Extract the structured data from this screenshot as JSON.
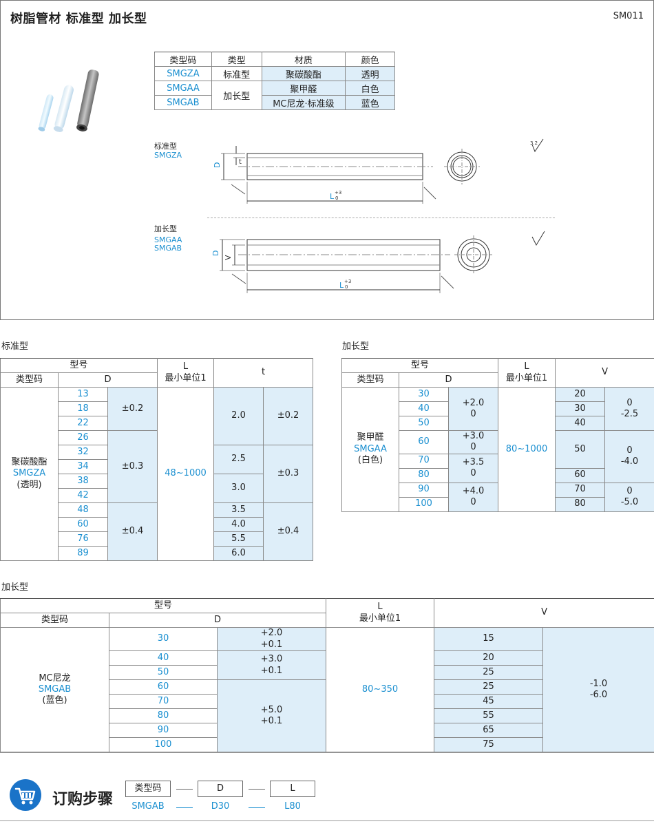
{
  "header": {
    "title": "树脂管材  标准型  加长型",
    "code": "SM011"
  },
  "material_table": {
    "headers": [
      "类型码",
      "类型",
      "材质",
      "颜色"
    ],
    "rows": [
      {
        "code": "SMGZA",
        "type": "标准型",
        "material": "聚碳酸酯",
        "color": "透明"
      },
      {
        "code": "SMGAA",
        "type": "加长型",
        "material": "聚甲醛",
        "color": "白色"
      },
      {
        "code": "SMGAB",
        "type": "",
        "material": "MC尼龙·标准级",
        "color": "蓝色"
      }
    ]
  },
  "drawings": {
    "standard": {
      "label": "标准型",
      "code": "SMGZA",
      "dim_d": "D",
      "dim_t": "t",
      "dim_l": "L",
      "tol_up": "+3",
      "tol_low": "0",
      "roughness": "3.2"
    },
    "extended": {
      "label": "加长型",
      "code1": "SMGAA",
      "code2": "SMGAB",
      "dim_d": "D",
      "dim_v": "V",
      "dim_l": "L",
      "tol_up": "+3",
      "tol_low": "0"
    }
  },
  "table1": {
    "section_title": "标准型",
    "h_model": "型号",
    "h_code": "类型码",
    "h_d": "D",
    "h_l1": "L",
    "h_l2": "最小单位1",
    "h_t": "t",
    "type_name": "聚碳酸酯",
    "type_code": "SMGZA",
    "type_color": "(透明)",
    "d_values": [
      "13",
      "18",
      "22",
      "26",
      "32",
      "34",
      "38",
      "42",
      "48",
      "60",
      "76",
      "89"
    ],
    "d_tol": [
      "±0.2",
      "±0.3",
      "±0.4"
    ],
    "l_range": "48~1000",
    "t_values": [
      "2.0",
      "2.5",
      "3.0",
      "3.5",
      "4.0",
      "5.5",
      "6.0"
    ],
    "t_tol": [
      "±0.2",
      "±0.3",
      "±0.4"
    ]
  },
  "table2": {
    "section_title": "加长型",
    "h_model": "型号",
    "h_code": "类型码",
    "h_d": "D",
    "h_l1": "L",
    "h_l2": "最小单位1",
    "h_v": "V",
    "type_name": "聚甲醛",
    "type_code": "SMGAA",
    "type_color": "(白色)",
    "d_values": [
      "30",
      "40",
      "50",
      "60",
      "70",
      "80",
      "90",
      "100"
    ],
    "d_tol": [
      [
        "+2.0",
        "0"
      ],
      [
        "+3.0",
        "0"
      ],
      [
        "+3.5",
        "0"
      ],
      [
        "+4.0",
        "0"
      ]
    ],
    "l_range": "80~1000",
    "v_values": [
      "20",
      "30",
      "40",
      "50",
      "60",
      "70",
      "80"
    ],
    "v_tol": [
      [
        "0",
        "-2.5"
      ],
      [
        "0",
        "-4.0"
      ],
      [
        "0",
        "-5.0"
      ]
    ]
  },
  "table3": {
    "section_title": "加长型",
    "h_model": "型号",
    "h_code": "类型码",
    "h_d": "D",
    "h_l1": "L",
    "h_l2": "最小单位1",
    "h_v": "V",
    "type_name": "MC尼龙",
    "type_code": "SMGAB",
    "type_color": "(蓝色)",
    "d_values": [
      "30",
      "40",
      "50",
      "60",
      "70",
      "80",
      "90",
      "100"
    ],
    "d_tol": [
      [
        "+2.0",
        "+0.1"
      ],
      [
        "+3.0",
        "+0.1"
      ],
      [
        "+5.0",
        "+0.1"
      ]
    ],
    "l_range": "80~350",
    "v_values": [
      "15",
      "20",
      "25",
      "25",
      "45",
      "55",
      "65",
      "75"
    ],
    "v_tol": [
      "-1.0",
      "-6.0"
    ]
  },
  "order": {
    "title": "订购步骤",
    "box1": "类型码",
    "box2": "D",
    "box3": "L",
    "ex1": "SMGAB",
    "ex2": "D30",
    "ex3": "L80",
    "icon": "shopping-cart-icon"
  }
}
